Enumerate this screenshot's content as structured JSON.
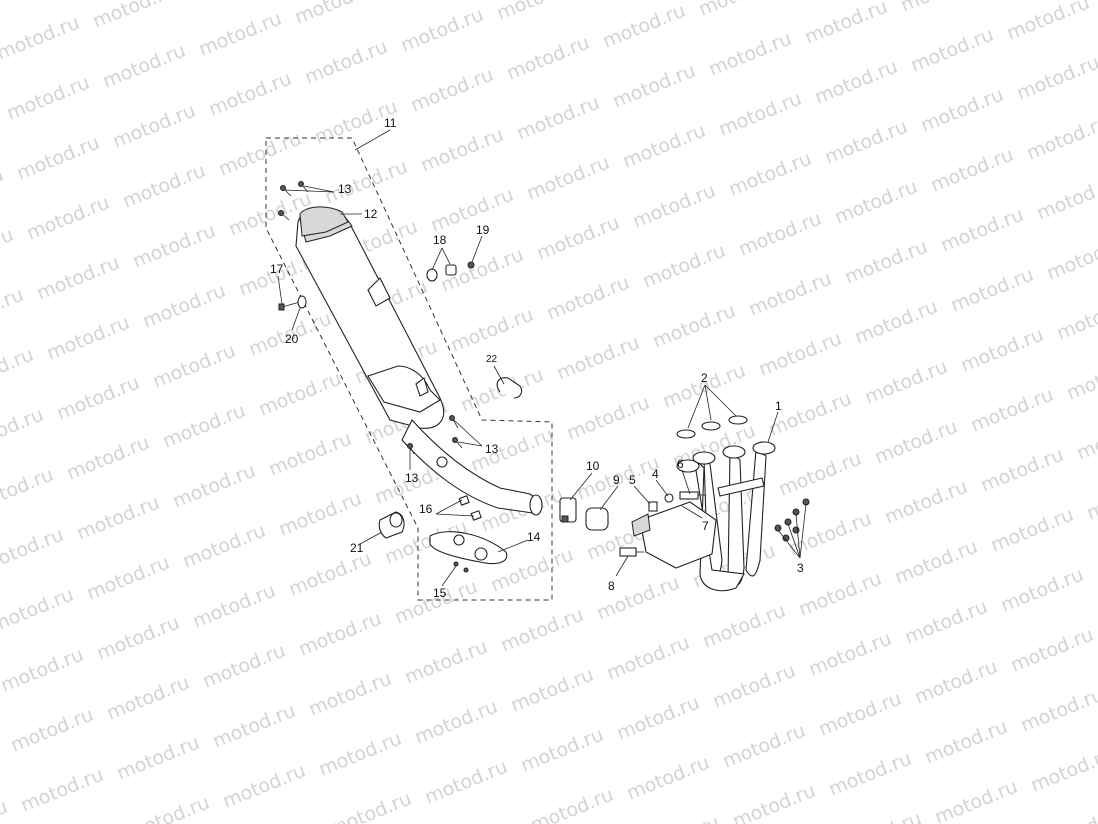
{
  "watermark": {
    "text": "motod.ru",
    "color": "#d3d3d3"
  },
  "callouts": [
    {
      "id": "c1",
      "label": "1"
    },
    {
      "id": "c2",
      "label": "2"
    },
    {
      "id": "c3",
      "label": "3"
    },
    {
      "id": "c4",
      "label": "4"
    },
    {
      "id": "c5",
      "label": "5"
    },
    {
      "id": "c6",
      "label": "6"
    },
    {
      "id": "c7",
      "label": "7"
    },
    {
      "id": "c8",
      "label": "8"
    },
    {
      "id": "c9",
      "label": "9"
    },
    {
      "id": "c10",
      "label": "10"
    },
    {
      "id": "c11",
      "label": "11"
    },
    {
      "id": "c12",
      "label": "12"
    },
    {
      "id": "c13a",
      "label": "13"
    },
    {
      "id": "c13b",
      "label": "13"
    },
    {
      "id": "c13c",
      "label": "13"
    },
    {
      "id": "c14",
      "label": "14"
    },
    {
      "id": "c15",
      "label": "15"
    },
    {
      "id": "c16",
      "label": "16"
    },
    {
      "id": "c17",
      "label": "17"
    },
    {
      "id": "c18",
      "label": "18"
    },
    {
      "id": "c19",
      "label": "19"
    },
    {
      "id": "c20",
      "label": "20"
    },
    {
      "id": "c21",
      "label": "21"
    },
    {
      "id": "c22",
      "label": "22"
    }
  ]
}
